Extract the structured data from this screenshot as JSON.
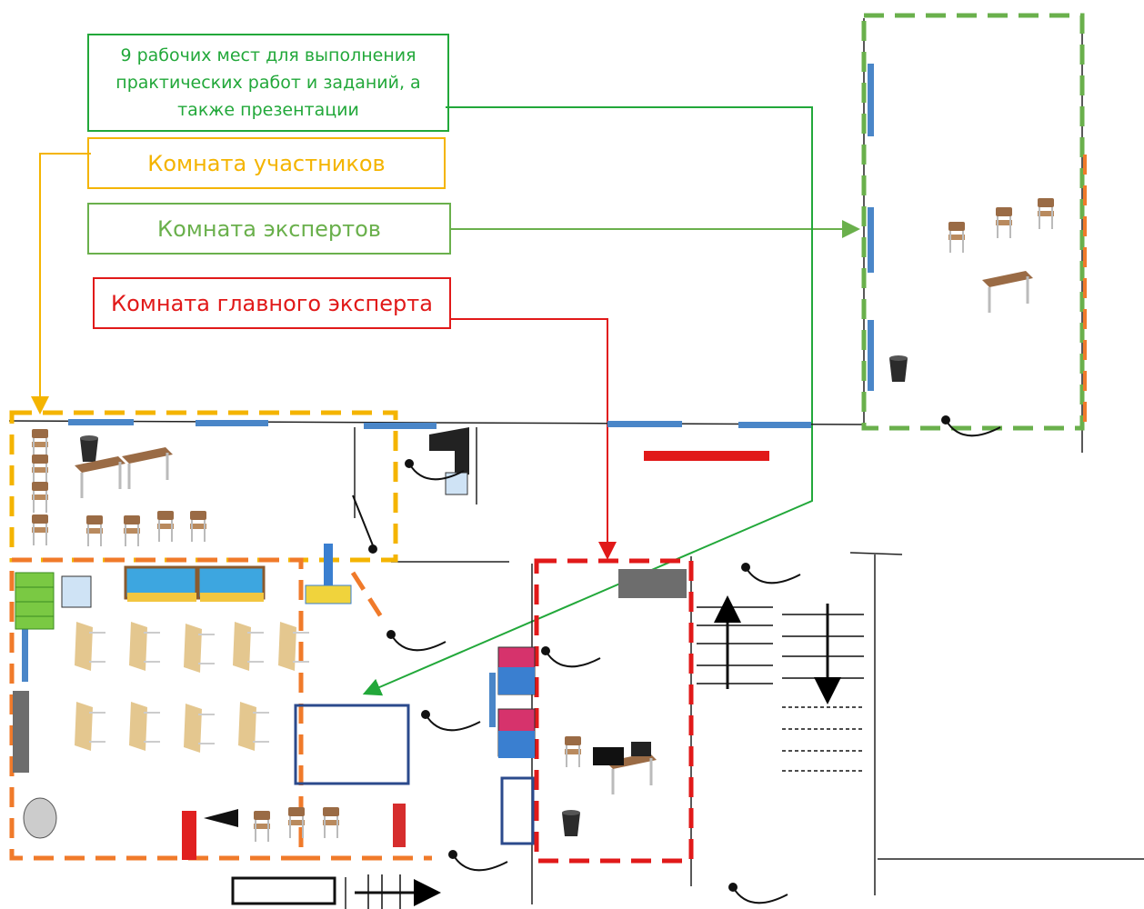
{
  "labels": {
    "workplaces": "9 рабочих мест для выполнения практических работ и заданий, а также презентации",
    "participants_room": "Комната участников",
    "experts_room": "Комната экспертов",
    "chief_expert_room": "Комната главного эксперта"
  },
  "colors": {
    "workplaces": "#22a83a",
    "participants": "#f4b400",
    "experts": "#6ab04c",
    "chief_expert": "#e11919",
    "workshop_zone": "#f07a2a",
    "windows": "#4a86c8"
  },
  "icons": [
    "chair-icon",
    "desk-icon",
    "trash-bin-icon",
    "door-swing-icon",
    "sink-icon",
    "printer-icon",
    "laptop-icon",
    "fire-extinguisher-icon",
    "cabinet-icon",
    "stairs-arrow-up-icon",
    "stairs-arrow-down-icon",
    "projector-screen-icon"
  ]
}
